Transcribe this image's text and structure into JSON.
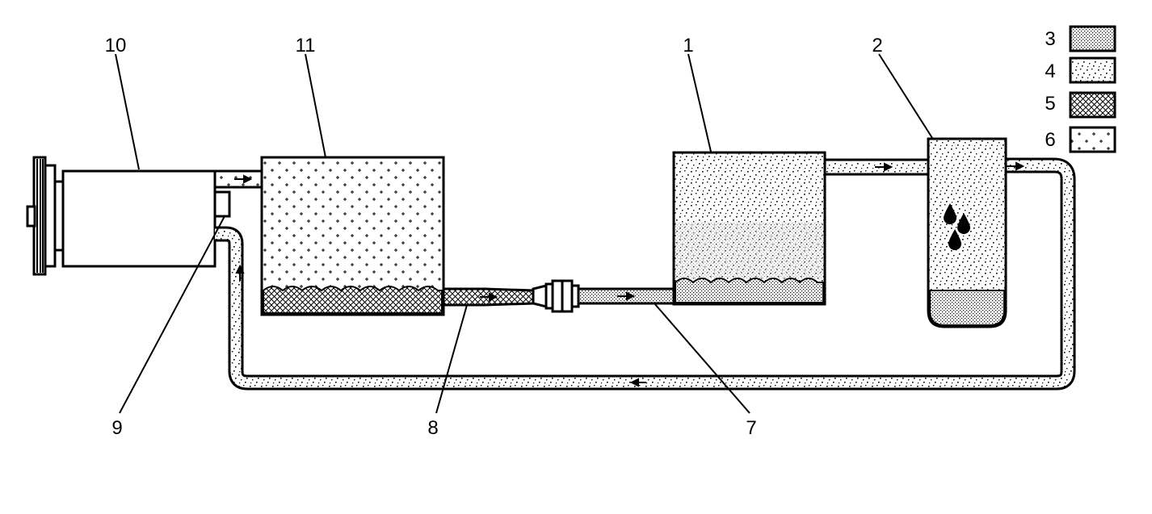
{
  "callouts": {
    "c1": "1",
    "c2": "2",
    "c7": "7",
    "c8": "8",
    "c9": "9",
    "c10": "10",
    "c11": "11"
  },
  "legend": [
    {
      "label": "3",
      "pattern": "fine-stipple"
    },
    {
      "label": "4",
      "pattern": "coarse-stipple"
    },
    {
      "label": "5",
      "pattern": "crosshatch"
    },
    {
      "label": "6",
      "pattern": "plus-dots"
    }
  ],
  "colors": {
    "line": "#000000",
    "background": "#ffffff"
  }
}
